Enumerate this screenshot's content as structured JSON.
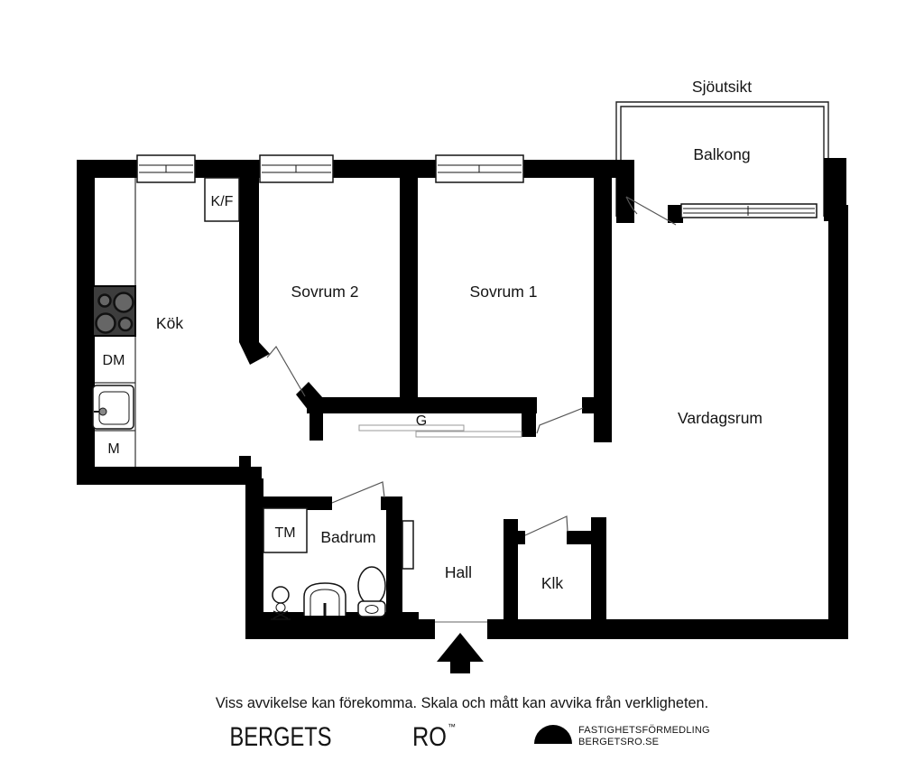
{
  "floorplan": {
    "exterior_label": "Sjöutsikt",
    "rooms": {
      "balcony": "Balkong",
      "bedroom2": "Sovrum 2",
      "bedroom1": "Sovrum 1",
      "kitchen": "Kök",
      "living_room": "Vardagsrum",
      "bathroom": "Badrum",
      "hall": "Hall",
      "walk_in_closet": "Klk"
    },
    "appliances": {
      "fridge_freezer": "K/F",
      "dishwasher": "DM",
      "micro": "M",
      "wardrobe": "G",
      "washing_machine": "TM"
    }
  },
  "footer": {
    "disclaimer": "Viss avvikelse kan förekomma. Skala och mått kan avvika från verkligheten.",
    "brand_word1": "BERGETS",
    "brand_word2": "RO",
    "trademark": "™",
    "agency_line1": "FASTIGHETSFÖRMEDLING",
    "agency_line2": "BERGETSRO.SE"
  },
  "colors": {
    "wall": "#000000",
    "background": "#ffffff",
    "stove_fill": "#3d3d3d"
  }
}
